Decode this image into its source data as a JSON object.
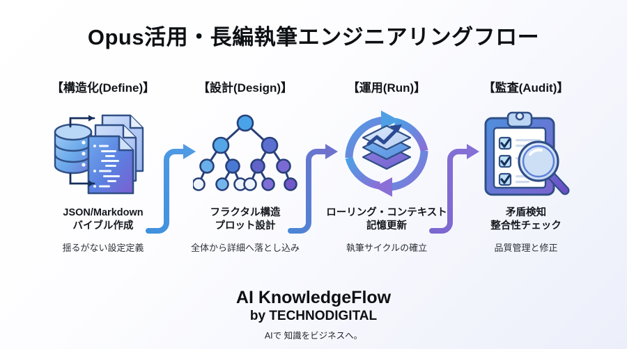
{
  "title": "Opus活用・長編執筆エンジニアリングフロー",
  "background": {
    "from": "#ffffff",
    "to": "#eceffa"
  },
  "accent": {
    "blue": "#3b82d6",
    "light_blue": "#5aa7e8",
    "purple": "#7c67cf",
    "navy": "#1f3b66"
  },
  "columns": [
    {
      "phase": "【構造化(Define)】",
      "icon": "database-documents-icon",
      "caption_line1": "JSON/Markdown",
      "caption_line2": "バイブル作成",
      "subcaption": "揺るがない設定定義"
    },
    {
      "phase": "【設計(Design)】",
      "icon": "tree-hierarchy-icon",
      "caption_line1": "フラクタル構造",
      "caption_line2": "プロット設計",
      "subcaption": "全体から詳細へ落とし込み"
    },
    {
      "phase": "【運用(Run)】",
      "icon": "cycle-layers-growth-icon",
      "caption_line1": "ローリング・コンテキスト",
      "caption_line2": "記憶更新",
      "subcaption": "執筆サイクルの確立"
    },
    {
      "phase": "【監査(Audit)】",
      "icon": "clipboard-checklist-magnifier-icon",
      "caption_line1": "矛盾検知",
      "caption_line2": "整合性チェック",
      "subcaption": "品質管理と修正"
    }
  ],
  "connectors": [
    {
      "name": "connector-define-to-design",
      "color_from": "#3f90dd",
      "color_to": "#3f90dd"
    },
    {
      "name": "connector-design-to-run",
      "color_from": "#4a86d6",
      "color_to": "#6f72cd"
    },
    {
      "name": "connector-run-to-audit",
      "color_from": "#7b67cf",
      "color_to": "#7b67cf"
    }
  ],
  "footer": {
    "brand": "AI KnowledgeFlow",
    "by": "by TECHNODIGITAL",
    "tagline": "AIで 知識をビジネスへ。"
  }
}
